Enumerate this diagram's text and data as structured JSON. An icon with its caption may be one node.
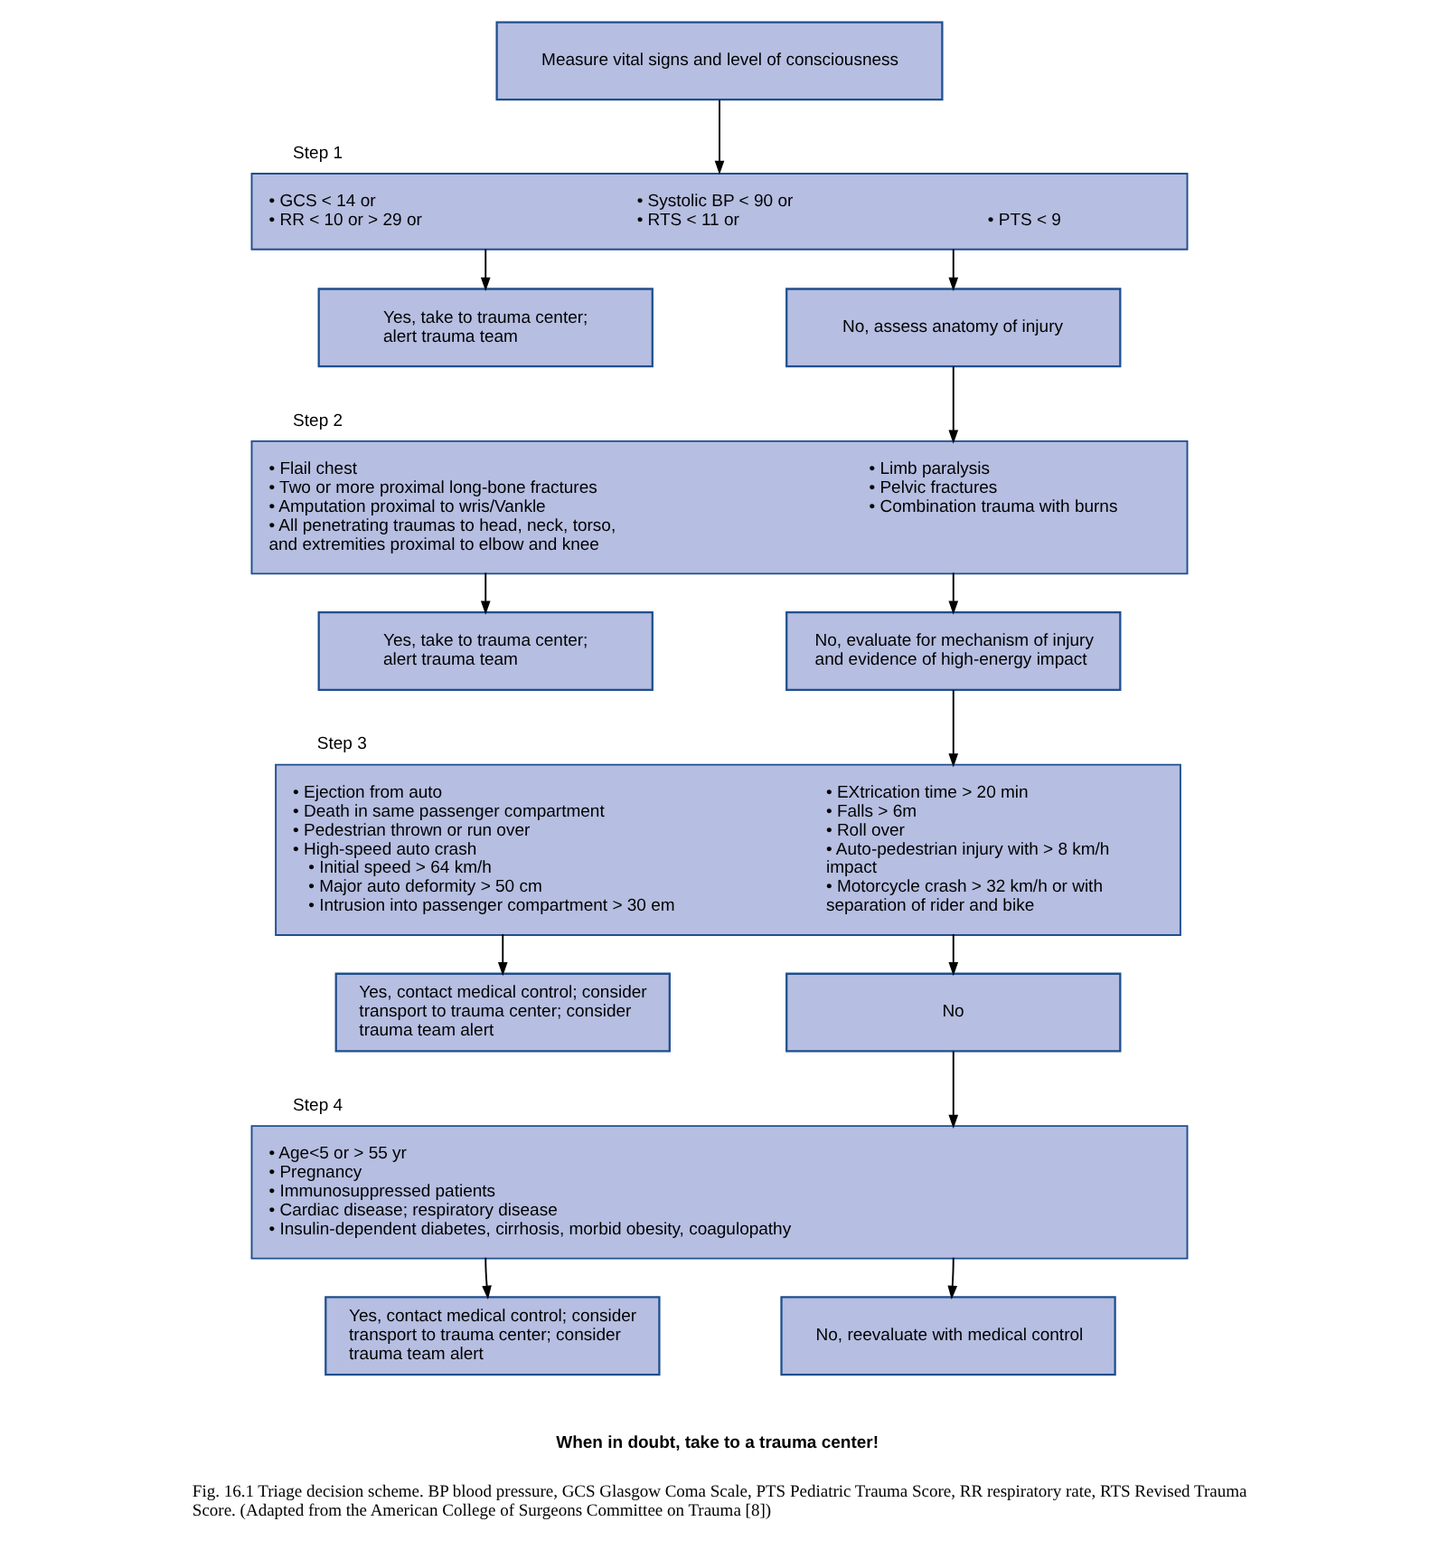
{
  "diagram": {
    "caption": "Fig. 16.1 Triage decision scheme. BP blood pressure, GCS Glasgow Coma Scale, PTS Pediatric Trauma Score, RR respiratory rate, RTS Revised Trauma Score. (Adapted from the American College of Surgeons Committee on Trauma [8])",
    "nodes": [
      {
        "text": [
          "Measure vital signs and level of consciousness"
        ]
      },
      {
        "text": [
          "Step 1",
          "• GCS < 14 or",
          "• RR < 10 or > 29 or",
          "• Systolic BP < 90 or",
          "• RTS < 11 or",
          "• PTS < 9"
        ]
      },
      {
        "text": [
          "Yes, take to trauma center; alert trauma team"
        ]
      },
      {
        "text": [
          "No, assess anatomy of injury"
        ]
      },
      {
        "text": [
          "Step 2",
          "• Flail chest",
          "• Two or more proximal long-bone fractures",
          "• Amputation proximal to wris/Vankle",
          "• All penetrating traumas to head, neck, torso, and extremities proximal to elbow and knee",
          "• Limb paralysis",
          "• Pelvic fractures",
          "• Combination trauma with burns"
        ]
      },
      {
        "text": [
          "Yes, take to trauma center; alert trauma team"
        ]
      },
      {
        "text": [
          "No, evaluate for mechanism of injury and evidence of high-energy impact"
        ]
      },
      {
        "text": [
          "Step 3",
          "• Ejection from auto",
          "• Death in same passenger compartment",
          "• Pedestrian thrown or run over",
          "• High-speed auto crash",
          "• Initial speed > 64 km/h",
          "• Major auto deformity > 50 cm",
          "• Intrusion into passenger compartment > 30 em",
          "• EXtrication time > 20 min",
          "• Falls > 6m",
          "• Roll over",
          "• Auto-pedestrian injury with > 8 km/h impact",
          "• Motorcycle crash > 32 km/h or with separation of rider and bike"
        ]
      },
      {
        "text": [
          "Yes, contact medical control; consider transport to trauma center; consider trauma team alert"
        ]
      },
      {
        "text": [
          "No"
        ]
      },
      {
        "text": [
          "Step 4",
          "• Age<5 or > 55 yr",
          "• Pregnancy",
          "• Immunosuppressed patients",
          "• Cardiac disease; respiratory disease",
          "• Insulin-dependent diabetes, cirrhosis, morbid obesity, coagulopathy"
        ]
      },
      {
        "text": [
          "Yes, contact medical control; consider transport to trauma center; consider trauma team alert"
        ]
      },
      {
        "text": [
          "No, reevaluate with medical control"
        ]
      }
    ],
    "edges": [
      {
        "from": 0,
        "to": 1,
        "arrow": "to"
      },
      {
        "from": 1,
        "to": 2,
        "arrow": "to"
      },
      {
        "from": 1,
        "to": 3,
        "arrow": "to"
      },
      {
        "from": 3,
        "to": 4,
        "arrow": "to"
      },
      {
        "from": 4,
        "to": 5,
        "arrow": "to"
      },
      {
        "from": 4,
        "to": 6,
        "arrow": "to"
      },
      {
        "from": 6,
        "to": 7,
        "arrow": "to"
      },
      {
        "from": 7,
        "to": 8,
        "arrow": "to"
      },
      {
        "from": 7,
        "to": 9,
        "arrow": "to"
      },
      {
        "from": 9,
        "to": 10,
        "arrow": "to"
      },
      {
        "from": 10,
        "to": 11,
        "arrow": "to"
      },
      {
        "from": 10,
        "to": 12,
        "arrow": "to"
      }
    ],
    "labels": [
      "When in doubt, take to a trauma center!"
    ]
  }
}
